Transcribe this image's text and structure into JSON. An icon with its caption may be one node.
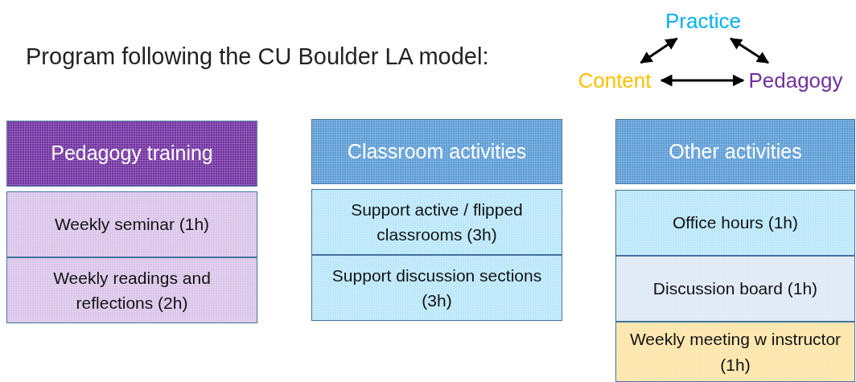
{
  "diagram": {
    "title": "Program following the CU Boulder LA model:",
    "nodes": [
      {
        "text": [
          "Practice"
        ]
      },
      {
        "text": [
          "Content"
        ]
      },
      {
        "text": [
          "Pedagogy"
        ]
      },
      {
        "text": [
          "Pedagogy training"
        ]
      },
      {
        "text": [
          "Weekly seminar (1h)"
        ]
      },
      {
        "text": [
          "Weekly readings and reflections (2h)"
        ]
      },
      {
        "text": [
          "Classroom activities"
        ]
      },
      {
        "text": [
          "Support active / flipped classrooms (3h)"
        ]
      },
      {
        "text": [
          "Support discussion sections (3h)"
        ]
      },
      {
        "text": [
          "Other activities"
        ]
      },
      {
        "text": [
          "Office hours (1h)"
        ]
      },
      {
        "text": [
          "Discussion board (1h)"
        ]
      },
      {
        "text": [
          "Weekly meeting w instructor (1h)"
        ]
      }
    ],
    "edges": [
      {
        "from": 1,
        "to": 0,
        "arrow": "both"
      },
      {
        "from": 0,
        "to": 2,
        "arrow": "both"
      },
      {
        "from": 1,
        "to": 2,
        "arrow": "both"
      }
    ]
  }
}
